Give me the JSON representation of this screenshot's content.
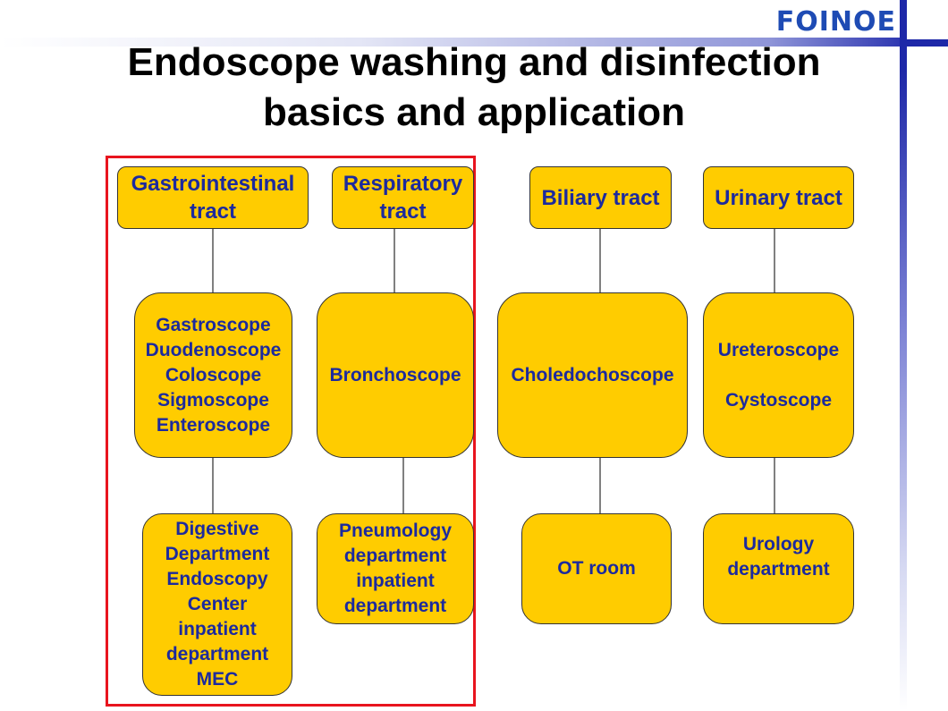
{
  "logo": "FOINOE",
  "title": {
    "line1": "Endoscope washing and disinfection",
    "line2": "basics and application"
  },
  "colors": {
    "box_fill": "#ffcc00",
    "box_text": "#1c2a9e",
    "highlight_frame": "#e8141e",
    "accent_blue": "#1e28a8"
  },
  "columns": [
    {
      "header": "Gastrointestinal\ntract",
      "scopes": [
        "Gastroscope",
        "Duodenoscope",
        "Coloscope",
        "Sigmoscope",
        "Enteroscope"
      ],
      "department": "Digestive\nDepartment\nEndoscopy\nCenter\ninpatient\ndepartment\nMEC"
    },
    {
      "header": "Respiratory\ntract",
      "scopes": [
        "Bronchoscope"
      ],
      "department": "Pneumology\ndepartment\ninpatient\ndepartment"
    },
    {
      "header": "Biliary tract",
      "scopes": [
        "Choledochoscope"
      ],
      "department": "OT room"
    },
    {
      "header": "Urinary tract",
      "scopes": [
        "Ureteroscope",
        "",
        "Cystoscope"
      ],
      "department": "Urology\ndepartment"
    }
  ]
}
